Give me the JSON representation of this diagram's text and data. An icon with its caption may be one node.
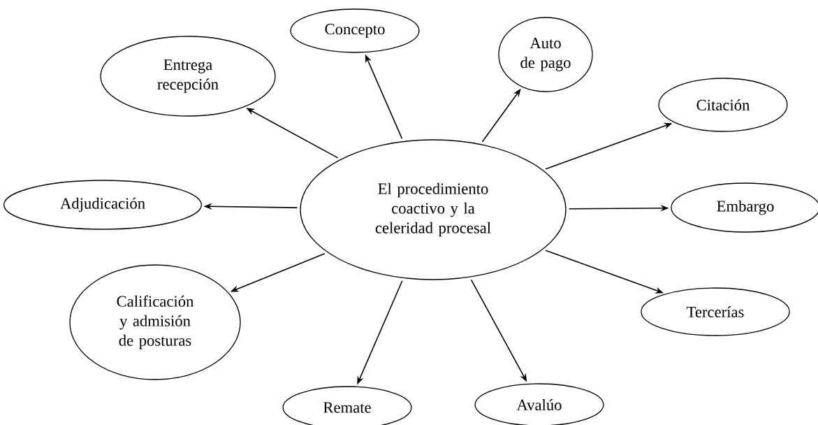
{
  "diagram": {
    "nodes": [
      {
        "text": [
          "El procedimiento coactivo y la celeridad procesal"
        ]
      },
      {
        "text": [
          "Concepto"
        ]
      },
      {
        "text": [
          "Auto de pago"
        ]
      },
      {
        "text": [
          "Citación"
        ]
      },
      {
        "text": [
          "Embargo"
        ]
      },
      {
        "text": [
          "Tercerías"
        ]
      },
      {
        "text": [
          "Avalúo"
        ]
      },
      {
        "text": [
          "Remate"
        ]
      },
      {
        "text": [
          "Calificación y admisión de posturas"
        ]
      },
      {
        "text": [
          "Adjudicación"
        ]
      },
      {
        "text": [
          "Entrega recepción"
        ]
      }
    ],
    "edges": [
      {
        "from": 0,
        "to": 1,
        "arrow": "to"
      },
      {
        "from": 0,
        "to": 2,
        "arrow": "to"
      },
      {
        "from": 0,
        "to": 3,
        "arrow": "to"
      },
      {
        "from": 0,
        "to": 4,
        "arrow": "to"
      },
      {
        "from": 0,
        "to": 5,
        "arrow": "to"
      },
      {
        "from": 0,
        "to": 6,
        "arrow": "to"
      },
      {
        "from": 0,
        "to": 7,
        "arrow": "to"
      },
      {
        "from": 0,
        "to": 8,
        "arrow": "to"
      },
      {
        "from": 0,
        "to": 9,
        "arrow": "to"
      },
      {
        "from": 0,
        "to": 10,
        "arrow": "to"
      }
    ]
  }
}
